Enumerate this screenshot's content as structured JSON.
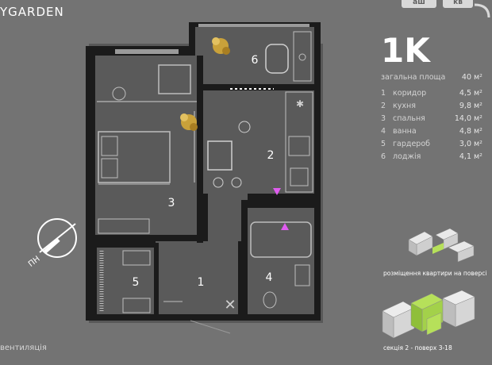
{
  "brand": {
    "title": "YGARDEN"
  },
  "corner": {
    "tab1": "аш",
    "tab2": "кв"
  },
  "plan": {
    "rooms": {
      "r1": "1",
      "r2": "2",
      "r3": "3",
      "r4": "4",
      "r5": "5",
      "r6": "6"
    },
    "compass_label": "ПН",
    "ventilation_caption": "вентиляція"
  },
  "info": {
    "flat_type": "1K",
    "total_label": "загальна площа",
    "total_value": "40 м²",
    "rooms": [
      {
        "num": "1",
        "name": "коридор",
        "area": "4,5 м²"
      },
      {
        "num": "2",
        "name": "кухня",
        "area": "9,8 м²"
      },
      {
        "num": "3",
        "name": "спальня",
        "area": "14,0 м²"
      },
      {
        "num": "4",
        "name": "ванна",
        "area": "4,8 м²"
      },
      {
        "num": "5",
        "name": "гардероб",
        "area": "3,0 м²"
      },
      {
        "num": "6",
        "name": "лоджія",
        "area": "4,1 м²"
      }
    ]
  },
  "floor_plan_caption": "розміщення квартири на поверсі",
  "section_caption": "секція 2 - поверх 3-18",
  "colors": {
    "background": "#737373",
    "wall": "#1a1a1a",
    "floor": "#5b5b5b",
    "accent_pink": "#e05cf0",
    "highlight_green": "#b6e05a"
  }
}
